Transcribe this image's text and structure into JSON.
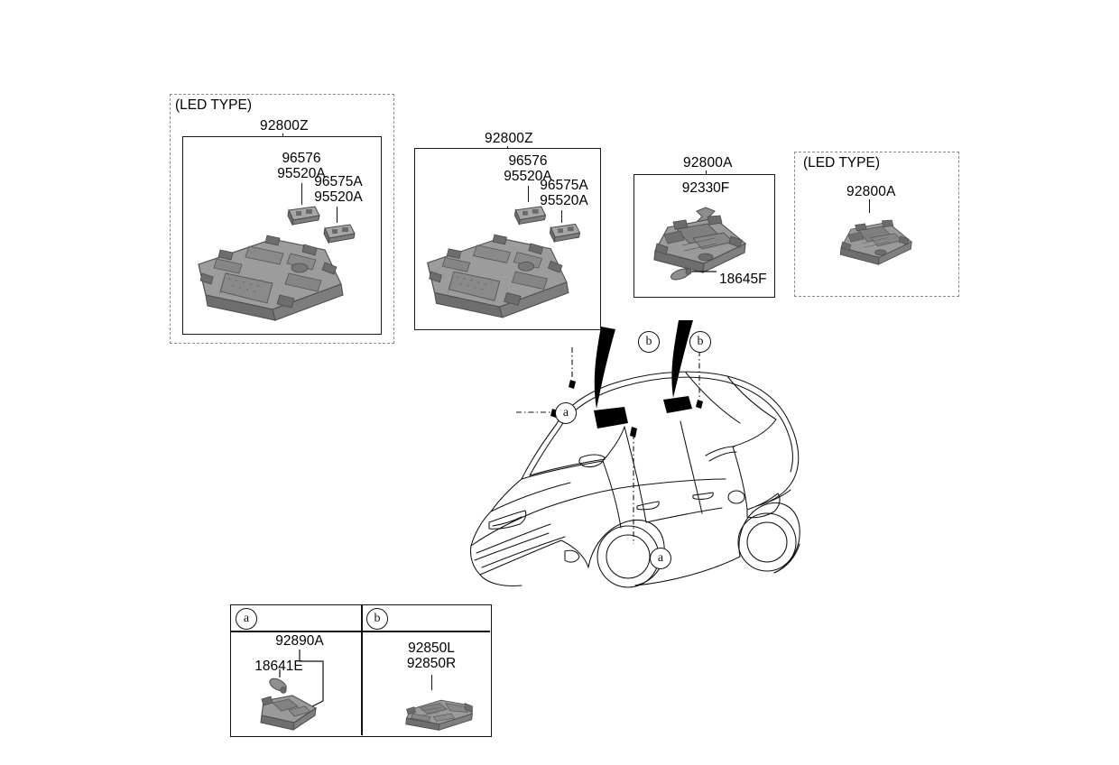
{
  "diagram": {
    "title": "Overhead console / room lamp parts diagram",
    "vehicle": "sedan-4-door",
    "panels": [
      {
        "id": "panel-1",
        "led_tag": "(LED TYPE)",
        "title": "92800Z",
        "labels": [
          {
            "id": "p1-lab-a",
            "lines": [
              "96576",
              "95520A"
            ]
          },
          {
            "id": "p1-lab-b",
            "lines": [
              "96575A",
              "95520A"
            ]
          }
        ]
      },
      {
        "id": "panel-2",
        "led_tag": "",
        "title": "92800Z",
        "labels": [
          {
            "id": "p2-lab-a",
            "lines": [
              "96576",
              "95520A"
            ]
          },
          {
            "id": "p2-lab-b",
            "lines": [
              "96575A",
              "95520A"
            ]
          }
        ]
      },
      {
        "id": "panel-3",
        "led_tag": "",
        "title": "92800A",
        "labels": [
          {
            "id": "p3-lab-a",
            "lines": [
              "92330F"
            ]
          },
          {
            "id": "p3-lab-b",
            "lines": [
              "18645F"
            ]
          }
        ]
      },
      {
        "id": "panel-4",
        "led_tag": "(LED TYPE)",
        "title": "92800A",
        "labels": []
      }
    ],
    "callouts": [
      {
        "id": "callout-b-left",
        "marker": "b"
      },
      {
        "id": "callout-b-right",
        "marker": "b"
      },
      {
        "id": "callout-a-left",
        "marker": "a"
      },
      {
        "id": "callout-a-bottom",
        "marker": "a"
      }
    ],
    "legend": {
      "cells": [
        {
          "marker": "a",
          "labels": [
            {
              "id": "lg-a-1",
              "text": "92890A"
            },
            {
              "id": "lg-a-2",
              "text": "18641E"
            }
          ]
        },
        {
          "marker": "b",
          "labels": [
            {
              "id": "lg-b-1",
              "text": "92850L"
            },
            {
              "id": "lg-b-2",
              "text": "92850R"
            }
          ]
        }
      ]
    },
    "colors": {
      "line": "#111111",
      "dashed_border": "#8a8a8a",
      "part_light": "#b9b9b9",
      "part_mid": "#8e8e8e",
      "part_dark": "#5e5e5e",
      "background": "#ffffff"
    }
  }
}
